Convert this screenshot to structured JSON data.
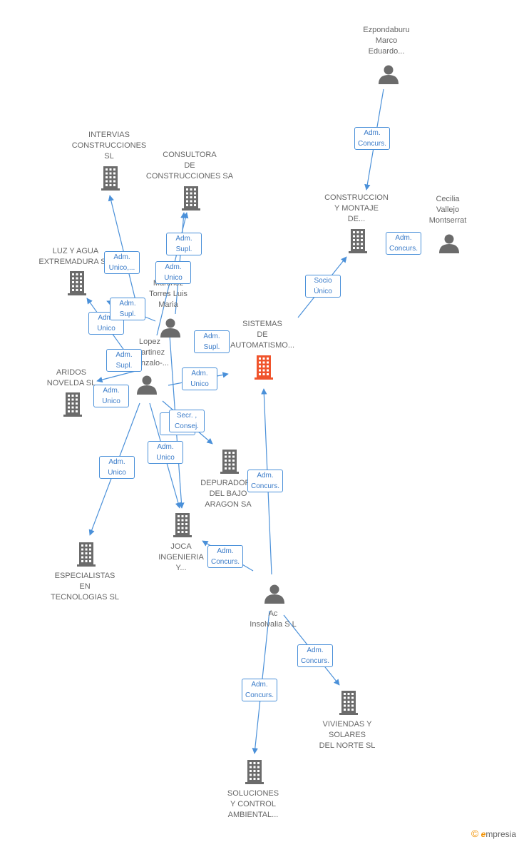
{
  "colors": {
    "edge": "#4a90d9",
    "node": "#6b6b6b",
    "highlight": "#f0542c"
  },
  "nodes": [
    {
      "id": "ezpondaburu",
      "type": "person",
      "lines": [
        "Ezpondaburu",
        "Marco",
        "Eduardo..."
      ]
    },
    {
      "id": "intervias",
      "type": "company",
      "lines": [
        "INTERVIAS",
        "CONSTRUCCIONES",
        "SL"
      ]
    },
    {
      "id": "consultora",
      "type": "company",
      "lines": [
        "CONSULTORA",
        "DE",
        "CONSTRUCCIONES SA"
      ]
    },
    {
      "id": "construccion",
      "type": "company",
      "lines": [
        "CONSTRUCCION",
        "Y MONTAJE",
        "DE..."
      ]
    },
    {
      "id": "cecilia",
      "type": "person",
      "lines": [
        "Cecilia",
        "Vallejo",
        "Montserrat"
      ]
    },
    {
      "id": "luzyagua",
      "type": "company",
      "lines": [
        "LUZ Y AGUA",
        "EXTREMADURA S..."
      ]
    },
    {
      "id": "martinez",
      "type": "person",
      "lines": [
        "Martinez",
        "Torres Luis",
        "Maria"
      ]
    },
    {
      "id": "sistemas",
      "type": "company",
      "highlight": true,
      "lines": [
        "SISTEMAS",
        "DE",
        "AUTOMATISMO..."
      ]
    },
    {
      "id": "lopez",
      "type": "person",
      "lines": [
        "Lopez",
        "Martinez",
        "Gonzalo-..."
      ]
    },
    {
      "id": "aridos",
      "type": "company",
      "lines": [
        "ARIDOS",
        "NOVELDA SL"
      ]
    },
    {
      "id": "depurador",
      "type": "company",
      "lines": [
        "DEPURADORA",
        "DEL BAJO",
        "ARAGON SA"
      ]
    },
    {
      "id": "joca",
      "type": "company",
      "lines": [
        "JOCA",
        "INGENIERIA",
        "Y..."
      ]
    },
    {
      "id": "especialistas",
      "type": "company",
      "lines": [
        "ESPECIALISTAS",
        "EN",
        "TECNOLOGIAS SL"
      ]
    },
    {
      "id": "insolvalia",
      "type": "person",
      "lines": [
        "Ac",
        "Insolvalia S L"
      ]
    },
    {
      "id": "viviendas",
      "type": "company",
      "lines": [
        "VIVIENDAS Y",
        "SOLARES",
        "DEL NORTE SL"
      ]
    },
    {
      "id": "soluciones",
      "type": "company",
      "lines": [
        "SOLUCIONES",
        "Y CONTROL",
        "AMBIENTAL..."
      ]
    }
  ],
  "edges": [
    {
      "from": "ezpondaburu",
      "to": "construccion",
      "lines": [
        "Adm.",
        "Concurs."
      ]
    },
    {
      "from": "cecilia",
      "to": "construccion",
      "lines": [
        "Adm.",
        "Concurs."
      ]
    },
    {
      "from": "sistemas",
      "to": "construccion",
      "lines": [
        "Socio",
        "Único"
      ]
    },
    {
      "from": "lopez",
      "to": "intervias",
      "lines": [
        "Adm.",
        "Unico,..."
      ]
    },
    {
      "from": "lopez",
      "to": "consultora",
      "lines": [
        "Adm.",
        "Supl."
      ]
    },
    {
      "from": "martinez",
      "to": "consultora",
      "lines": [
        "Adm.",
        "Unico"
      ]
    },
    {
      "from": "lopez",
      "to": "luzyagua",
      "lines": [
        "Adm.",
        "Unico"
      ]
    },
    {
      "from": "martinez",
      "to": "luzyagua",
      "lines": [
        "Adm.",
        "Supl."
      ]
    },
    {
      "from": "martinez",
      "to": "sistemas",
      "lines": [
        "Adm.",
        "Supl."
      ]
    },
    {
      "from": "lopez",
      "to": "aridos",
      "lines": [
        "Adm.",
        "Supl."
      ]
    },
    {
      "from": "lopez",
      "to": "sistemas",
      "lines": [
        "Adm.",
        "Unico"
      ]
    },
    {
      "from": "lopez",
      "to": "aridos",
      "lines": [
        "Adm.",
        "Unico"
      ]
    },
    {
      "from": "lopez",
      "to": "depurador",
      "lines": [
        "Adm.",
        "Supl."
      ]
    },
    {
      "from": "martinez",
      "to": "depurador",
      "lines": [
        "Secr. ,",
        "Consej."
      ]
    },
    {
      "from": "lopez",
      "to": "especialistas",
      "lines": [
        "Adm.",
        "Unico"
      ]
    },
    {
      "from": "lopez",
      "to": "joca",
      "lines": [
        "Adm.",
        "Unico"
      ]
    },
    {
      "from": "insolvalia",
      "to": "sistemas",
      "lines": [
        "Adm.",
        "Concurs."
      ]
    },
    {
      "from": "insolvalia",
      "to": "joca",
      "lines": [
        "Adm.",
        "Concurs."
      ]
    },
    {
      "from": "insolvalia",
      "to": "viviendas",
      "lines": [
        "Adm.",
        "Concurs."
      ]
    },
    {
      "from": "insolvalia",
      "to": "soluciones",
      "lines": [
        "Adm.",
        "Concurs."
      ]
    }
  ],
  "brand": {
    "symbol": "©",
    "initial": "e",
    "rest": "mpresia"
  }
}
